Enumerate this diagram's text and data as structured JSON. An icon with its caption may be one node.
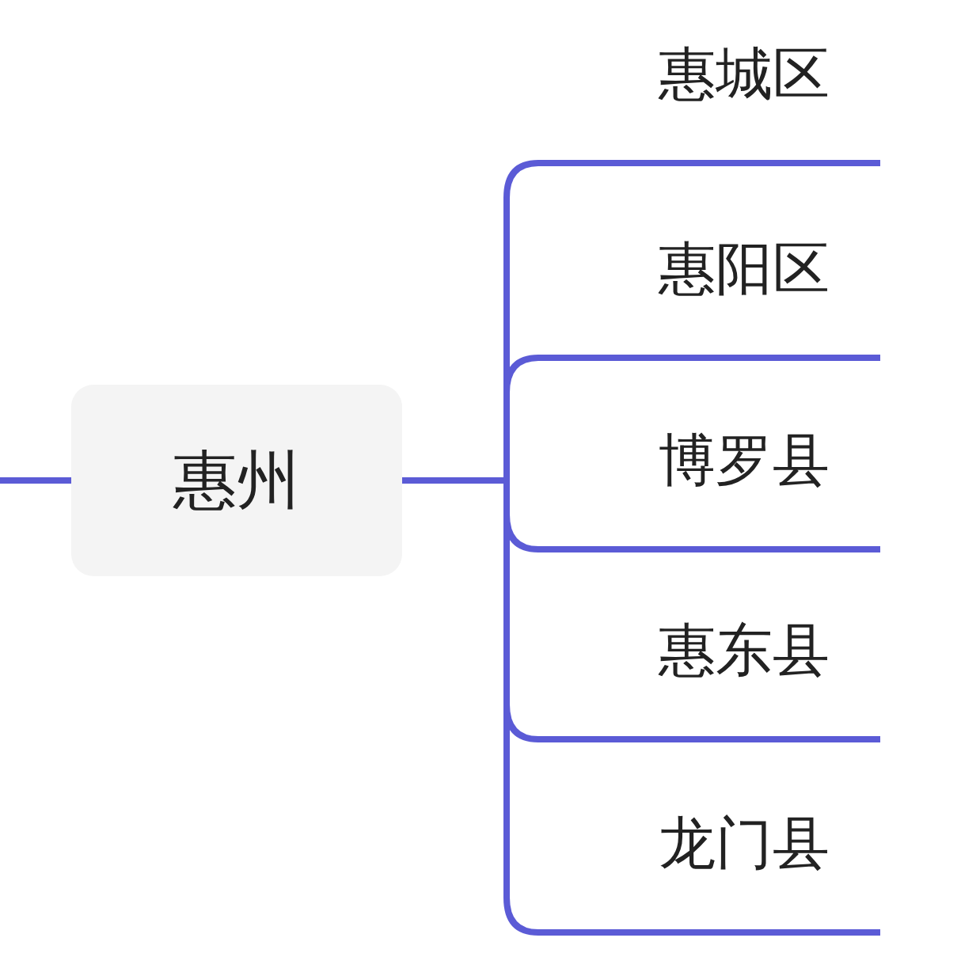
{
  "diagram": {
    "nodes": [
      {
        "text": [
          "惠州"
        ]
      },
      {
        "text": [
          "惠城区"
        ]
      },
      {
        "text": [
          "惠阳区"
        ]
      },
      {
        "text": [
          "博罗县"
        ]
      },
      {
        "text": [
          "惠东县"
        ]
      },
      {
        "text": [
          "龙门县"
        ]
      }
    ],
    "edges": [
      {
        "from": null,
        "to": 0,
        "arrow": "none"
      },
      {
        "from": 0,
        "to": 1,
        "arrow": "none"
      },
      {
        "from": 0,
        "to": 2,
        "arrow": "none"
      },
      {
        "from": 0,
        "to": 3,
        "arrow": "none"
      },
      {
        "from": 0,
        "to": 4,
        "arrow": "none"
      },
      {
        "from": 0,
        "to": 5,
        "arrow": "none"
      }
    ]
  }
}
